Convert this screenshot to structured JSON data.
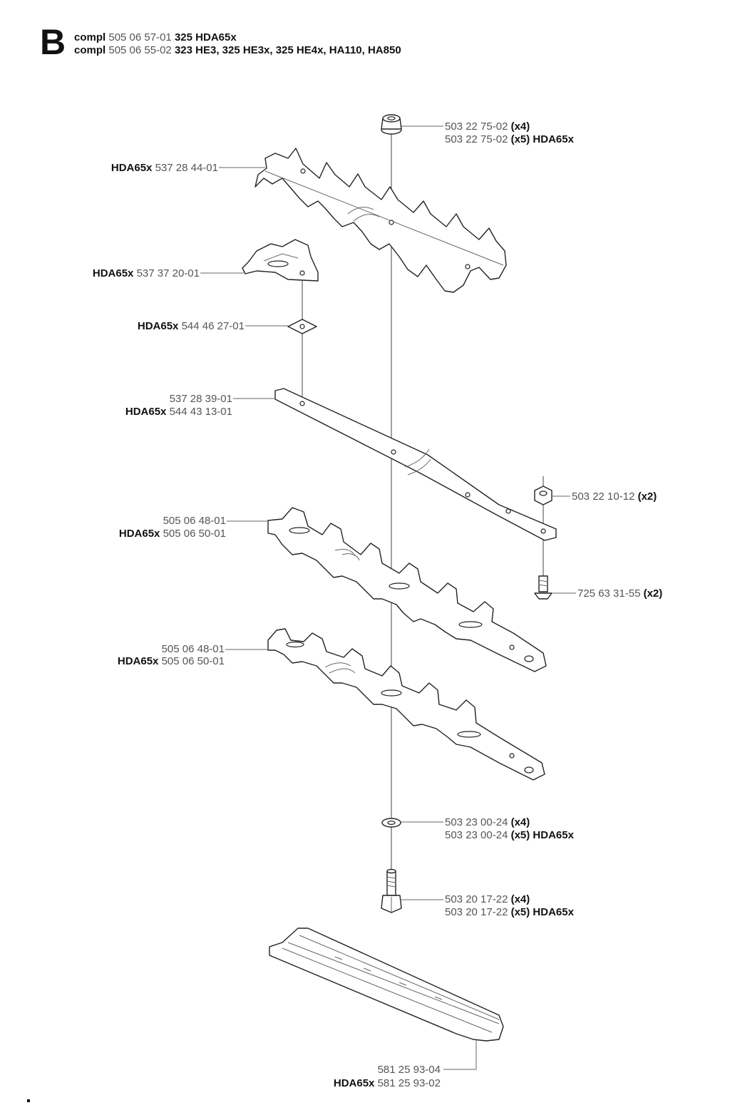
{
  "header": {
    "section_letter": "B",
    "line1": {
      "prefix": "compl",
      "number": "505 06 57-01",
      "models": "325 HDA65x"
    },
    "line2": {
      "prefix": "compl",
      "number": "505 06 55-02",
      "models": "323 HE3, 325 HE3x, 325 HE4x, HA110, HA850"
    }
  },
  "labels": {
    "nut_top": {
      "l1": {
        "num": "503 22 75-02",
        "qty": "(x4)"
      },
      "l2": {
        "num": "503 22 75-02",
        "qty": "(x5) HDA65x"
      }
    },
    "upper_blade": {
      "model": "HDA65x",
      "num": "537 28 44-01"
    },
    "clip": {
      "model": "HDA65x",
      "num": "537 37 20-01"
    },
    "washer_sq": {
      "model": "HDA65x",
      "num": "544 46 27-01"
    },
    "guide_bar": {
      "l1": {
        "num": "537 28 39-01"
      },
      "l2": {
        "model": "HDA65x",
        "num": "544 43 13-01"
      }
    },
    "nut_small": {
      "num": "503 22 10-12",
      "qty": "(x2)"
    },
    "screw": {
      "num": "725 63 31-55",
      "qty": "(x2)"
    },
    "blade_1": {
      "l1": {
        "num": "505 06 48-01"
      },
      "l2": {
        "model": "HDA65x",
        "num": "505 06 50-01"
      }
    },
    "blade_2": {
      "l1": {
        "num": "505 06 48-01"
      },
      "l2": {
        "model": "HDA65x",
        "num": "505 06 50-01"
      }
    },
    "washer_round": {
      "l1": {
        "num": "503 23 00-24",
        "qty": "(x4)"
      },
      "l2": {
        "num": "503 23 00-24",
        "qty": "(x5) HDA65x"
      }
    },
    "bolt": {
      "l1": {
        "num": "503 20 17-22",
        "qty": "(x4)"
      },
      "l2": {
        "num": "503 20 17-22",
        "qty": "(x5) HDA65x"
      }
    },
    "guard": {
      "l1": {
        "num": "581 25 93-04"
      },
      "l2": {
        "model": "HDA65x",
        "num": "581 25 93-02"
      }
    }
  }
}
